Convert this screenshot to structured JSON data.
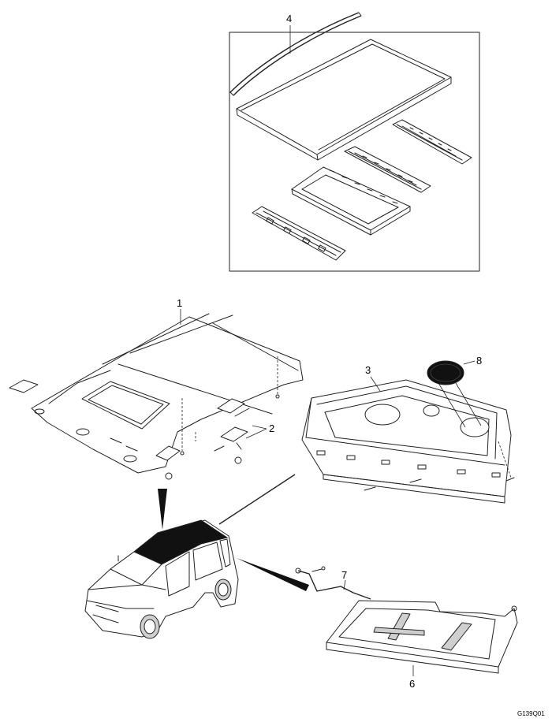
{
  "callouts": [
    {
      "id": "headlining",
      "label": "1"
    },
    {
      "id": "assist-grip",
      "label": "2"
    },
    {
      "id": "package-tray",
      "label": "3"
    },
    {
      "id": "roof-molding",
      "label": "4"
    },
    {
      "id": "cargo-cover",
      "label": "6"
    },
    {
      "id": "cable",
      "label": "7"
    },
    {
      "id": "speaker-cover",
      "label": "8"
    }
  ],
  "figure_code": "G139Q01",
  "colors": {
    "line": "#222222",
    "fill": "#e7e7e7",
    "dark": "#111111",
    "background": "#ffffff"
  }
}
